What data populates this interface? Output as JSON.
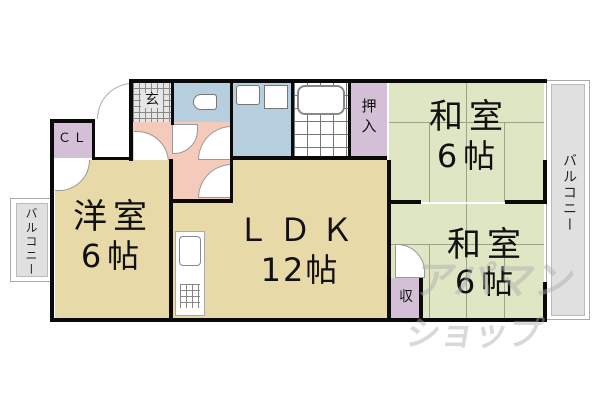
{
  "floorplan": {
    "rooms": {
      "western": {
        "name": "洋室",
        "size": "6帖",
        "color": "#e8d9a8"
      },
      "ldk": {
        "name": "ＬＤＫ",
        "size": "12帖",
        "color": "#e8d9a8"
      },
      "japanese_1": {
        "name": "和室",
        "size": "6帖",
        "color": "#dfe6c4"
      },
      "japanese_2": {
        "name": "和室",
        "size": "6帖",
        "color": "#dfe6c4"
      },
      "entrance": {
        "name": "玄"
      },
      "closet": {
        "name": "ＣＬ",
        "color": "#d3c0d6"
      },
      "oshiire": {
        "name": "押入",
        "color": "#d3c0d6"
      },
      "storage": {
        "name": "収",
        "color": "#d3c0d6"
      },
      "toilet": {
        "color": "#b7cede"
      },
      "washroom": {
        "color": "#b7cede"
      },
      "hallway": {
        "color": "#f4cbbb"
      }
    },
    "balconies": {
      "left": {
        "label": "バルコニー",
        "color": "#e0e0e0"
      },
      "right": {
        "label": "バルコニー",
        "color": "#e0e0e0"
      }
    },
    "watermark": {
      "line1": "アパマン",
      "line2": "ショップ"
    }
  }
}
